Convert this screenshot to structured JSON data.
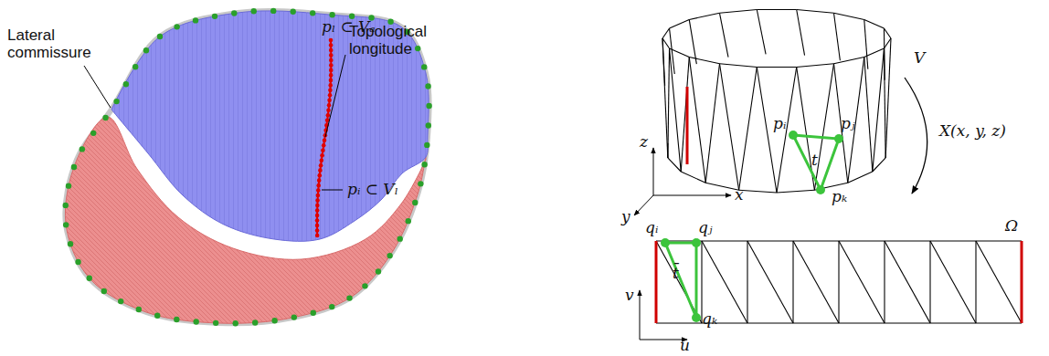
{
  "diagram": {
    "labels": [
      "Lateral commissure",
      "pₗ ⊂ Vₐ",
      "Topological longitude",
      "pᵢ ⊂ Vₗ",
      "pᵢ",
      "pⱼ",
      "pₖ",
      "t",
      "V",
      "X(x, y, z)",
      "z",
      "y",
      "x",
      "Ω",
      "qᵢ",
      "qⱼ",
      "qₖ",
      "t̄",
      "v",
      "u"
    ]
  }
}
